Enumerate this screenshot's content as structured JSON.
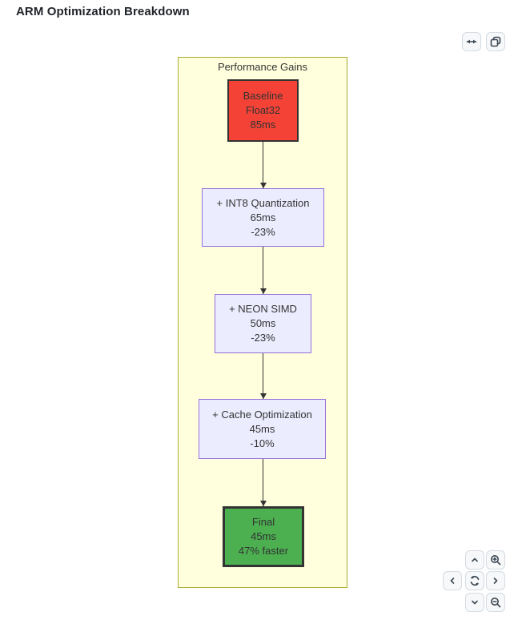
{
  "header": {
    "title": "ARM Optimization Breakdown"
  },
  "toolbar": {
    "fit_width_label": "Fit width",
    "copy_label": "Copy diagram"
  },
  "diagram": {
    "subgraph_title": "Performance Gains",
    "nodes": [
      {
        "id": "baseline",
        "lines": [
          "Baseline",
          "Float32",
          "85ms"
        ],
        "fill": "#f44336",
        "stroke": "#333333"
      },
      {
        "id": "int8",
        "lines": [
          "+ INT8 Quantization",
          "65ms",
          "-23%"
        ],
        "fill": "#ececff",
        "stroke": "#9370db"
      },
      {
        "id": "neon",
        "lines": [
          "+ NEON SIMD",
          "50ms",
          "-23%"
        ],
        "fill": "#ececff",
        "stroke": "#9370db"
      },
      {
        "id": "cache",
        "lines": [
          "+ Cache Optimization",
          "45ms",
          "-10%"
        ],
        "fill": "#ececff",
        "stroke": "#9370db"
      },
      {
        "id": "final",
        "lines": [
          "Final",
          "45ms",
          "47% faster"
        ],
        "fill": "#4caf50",
        "stroke": "#333333"
      }
    ],
    "edges": [
      {
        "from": "baseline",
        "to": "int8"
      },
      {
        "from": "int8",
        "to": "neon"
      },
      {
        "from": "neon",
        "to": "cache"
      },
      {
        "from": "cache",
        "to": "final"
      }
    ],
    "colors": {
      "subgraph_fill": "#ffffde",
      "subgraph_stroke": "#aaaa33",
      "arrow": "#333333",
      "node_text": "#333333"
    }
  },
  "controls": {
    "pan_up_label": "Pan up",
    "pan_down_label": "Pan down",
    "pan_left_label": "Pan left",
    "pan_right_label": "Pan right",
    "reset_label": "Reset view",
    "zoom_in_label": "Zoom in",
    "zoom_out_label": "Zoom out"
  }
}
